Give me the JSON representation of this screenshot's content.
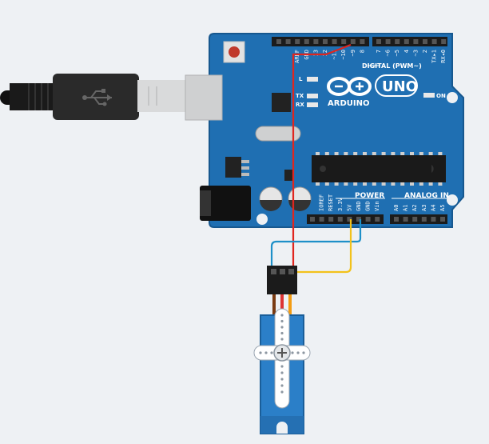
{
  "board": {
    "brand": "ARDUINO",
    "model": "UNO",
    "digital_header_label": "DIGITAL (PWM~)",
    "power_label": "POWER",
    "analog_label": "ANALOG IN",
    "on_label": "ON",
    "led_labels": [
      "L",
      "TX",
      "RX"
    ],
    "digital_pins": [
      "AREF",
      "GND",
      "13",
      "12",
      "~11",
      "~10",
      "~9",
      "8",
      "7",
      "~6",
      "~5",
      "4",
      "~3",
      "2",
      "TX▸1",
      "RX◂0"
    ],
    "power_pins": [
      "IOREF",
      "RESET",
      "3.3V",
      "5V",
      "GND",
      "GND",
      "Vin"
    ],
    "analog_pins": [
      "A0",
      "A1",
      "A2",
      "A3",
      "A4",
      "A5"
    ]
  },
  "colors": {
    "background": "#eef1f4",
    "board": "#1f6fb2",
    "board_edge": "#17588f",
    "wire_signal": "#e0261f",
    "wire_ground": "#1e90c8",
    "wire_power": "#f2c21b",
    "servo_body": "#2b7fc8"
  }
}
